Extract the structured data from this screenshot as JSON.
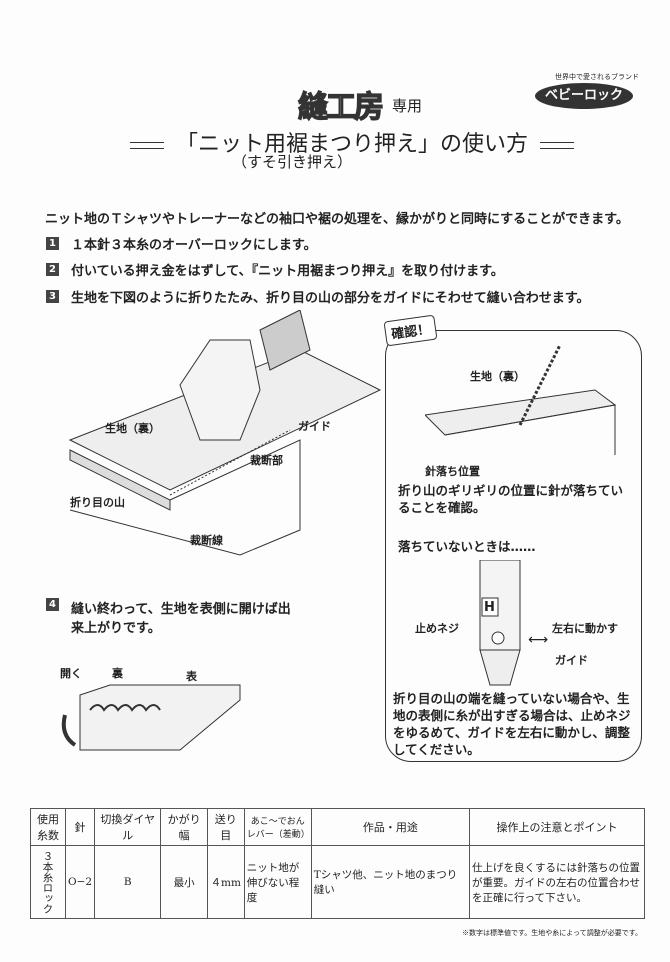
{
  "header": {
    "logo": "縫工房",
    "logo_suffix": "専用",
    "brand_tag": "世界中で愛されるブランド",
    "brand": "ベビーロック",
    "title": "「ニット用裾まつり押え」の使い方",
    "subtitle": "（すそ引き押え）"
  },
  "intro": "ニット地のＴシャツやトレーナーなどの袖口や裾の処理を、縁かがりと同時にすることができます。",
  "steps": [
    {
      "num": "1",
      "text": "１本針３本糸のオーバーロックにします。"
    },
    {
      "num": "2",
      "text": "付いている押え金をはずして、『ニット用裾まつり押え』を取り付けます。"
    },
    {
      "num": "3",
      "text": "生地を下図のように折りたたみ、折り目の山の部分をガイドにそわせて縫い合わせます。"
    },
    {
      "num": "4",
      "text": "縫い終わって、生地を表側に開けば出来上がりです。"
    }
  ],
  "diagram1": {
    "fabric_back": "生地（裏）",
    "guide": "ガイド",
    "cut_part": "裁断部",
    "fold_peak": "折り目の山",
    "cut_line": "裁断線"
  },
  "confirm": {
    "badge": "確認！",
    "fabric_back": "生地（裏）",
    "needle_pos": "針落ち位置",
    "note": "折り山のギリギリの位置に針が落ちていることを確認。",
    "if_not": "落ちていないときは……",
    "screw": "止めネジ",
    "move": "左右に動かす",
    "guide": "ガイド",
    "foot_letter": "H",
    "advice": "折り目の山の端を縫っていない場合や、生地の表側に糸が出すぎる場合は、止めネジをゆるめて、ガイドを左右に動かし、調整してください。"
  },
  "diagram2": {
    "open": "開く",
    "back": "裏",
    "front": "表"
  },
  "table": {
    "headers": [
      "使用糸数",
      "針",
      "切換ダイヤル",
      "かがり幅",
      "送り目",
      "あこ〜でおんレバー（差動）",
      "作品・用途",
      "操作上の注意とポイント"
    ],
    "row": [
      "３本糸ロック",
      "O−2",
      "B",
      "最小",
      "４mm",
      "ニット地が伸びない程度",
      "Tシャツ他、ニット地のまつり縫い",
      "仕上げを良くするには針落ちの位置が重要。ガイドの左右の位置合わせを正確に行って下さい。"
    ]
  },
  "footnote": "※数字は標準値です。生地や糸によって調整が必要です。"
}
